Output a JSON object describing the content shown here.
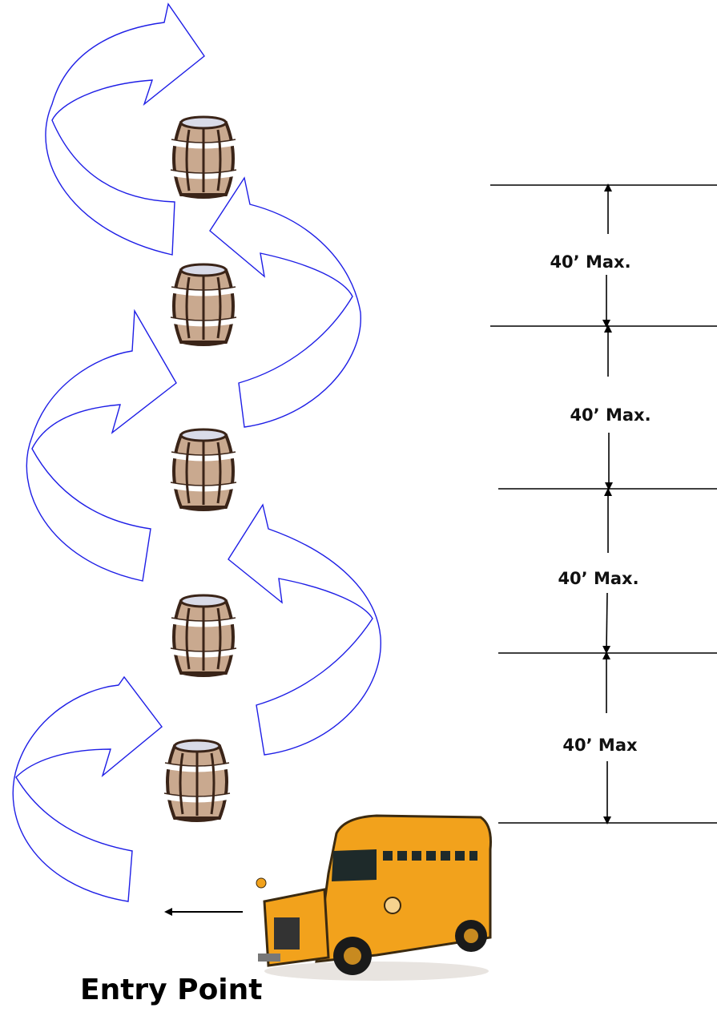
{
  "diagram": {
    "dimension_labels": [
      "40’ Max.",
      "40’ Max.",
      "40’ Max.",
      "40’ Max"
    ],
    "entry_label": "Entry Point",
    "barrel_count": 5,
    "colors": {
      "arrow_outline": "#1e1ee6",
      "barrel_wood": "#c9a98f",
      "barrel_band": "#ffffff",
      "barrel_outline": "#3a2418",
      "bus_body": "#f2a21c",
      "line": "#000000"
    }
  }
}
